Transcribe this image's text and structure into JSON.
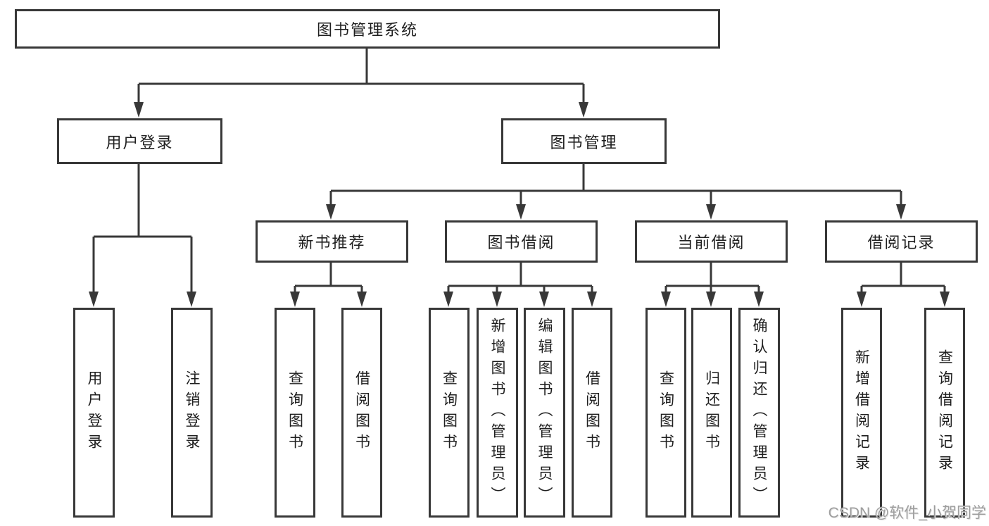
{
  "diagram": {
    "title_node": "图书管理系统",
    "branches": {
      "user_login": "用户登录",
      "book_management": "图书管理"
    },
    "modules": {
      "new_book_recommend": "新书推荐",
      "book_borrow": "图书借阅",
      "current_borrow": "当前借阅",
      "borrow_records": "借阅记录"
    },
    "functions": {
      "user_login": [
        "用户登录",
        "注销登录"
      ],
      "new_book_recommend": [
        "查询图书",
        "借阅图书"
      ],
      "book_borrow": [
        "查询图书",
        "新增图书（管理员）",
        "编辑图书（管理员）",
        "借阅图书"
      ],
      "current_borrow": [
        "查询图书",
        "归还图书",
        "确认归还（管理员）"
      ],
      "borrow_records": [
        "新增借阅记录",
        "查询借阅记录"
      ]
    }
  },
  "watermark": "CSDN @软件_小贺同学",
  "colors": {
    "line": "#383838",
    "text": "#1f1f1f",
    "watermark": "#9e9e9e",
    "background": "#ffffff"
  }
}
